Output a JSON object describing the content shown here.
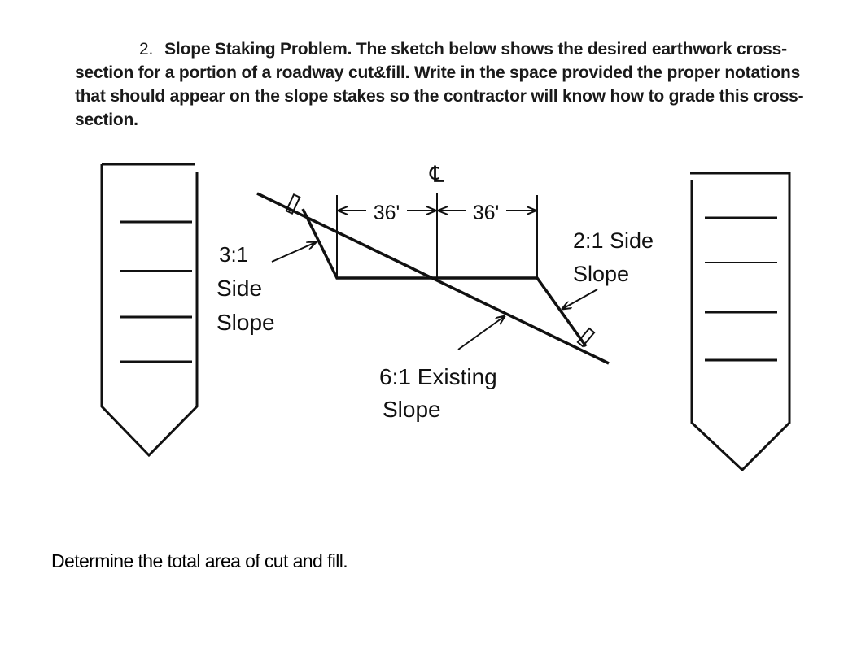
{
  "problem": {
    "number": "2.",
    "title": "Slope Staking Problem.",
    "body": "The sketch below shows the desired earthwork cross-section for a portion of a roadway cut&fill. Write in the space provided the proper notations that should appear on the slope stakes so the contractor will know how to grade this cross-section."
  },
  "diagram": {
    "centerline_symbol": "℄",
    "dim_left": "36'",
    "dim_right": "36'",
    "left_label_ratio": "3:1",
    "left_label_line1": "Side",
    "left_label_line2": "Slope",
    "right_label_line1": "2:1 Side",
    "right_label_line2": "Slope",
    "existing_label_line1": "6:1 Existing",
    "existing_label_line2": "Slope"
  },
  "question": "Determine the total area of cut and fill."
}
